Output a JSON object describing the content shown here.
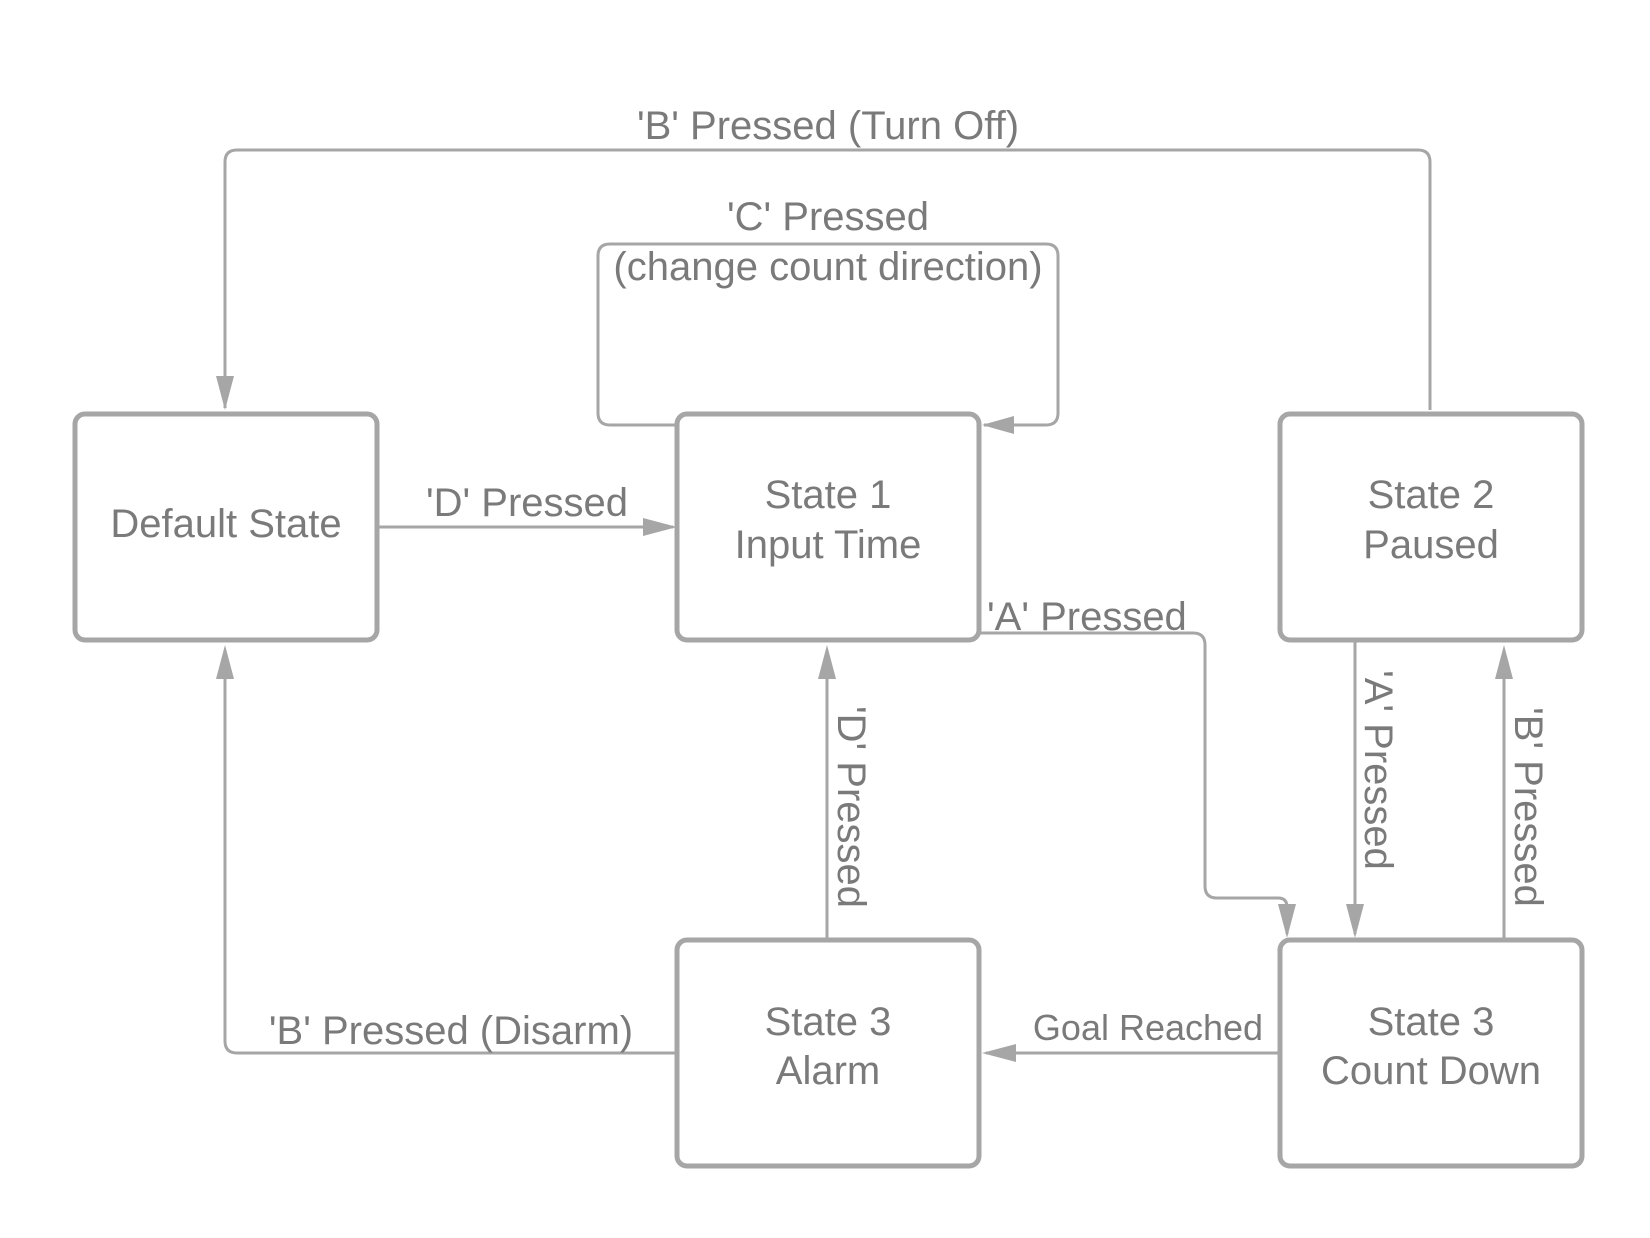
{
  "colors": {
    "stroke": "#a6a6a6",
    "text": "#7a7a7a",
    "background": "#ffffff"
  },
  "states": {
    "default": {
      "lines": [
        "Default State"
      ]
    },
    "input_time": {
      "lines": [
        "State 1",
        "Input Time"
      ]
    },
    "paused": {
      "lines": [
        "State 2",
        "Paused"
      ]
    },
    "alarm": {
      "lines": [
        "State 3",
        "Alarm"
      ]
    },
    "count_down": {
      "lines": [
        "State 3",
        "Count Down"
      ]
    }
  },
  "transitions": {
    "b_turn_off": "'B' Pressed (Turn Off)",
    "c_pressed": "'C' Pressed",
    "c_pressed_note": "(change count direction)",
    "d_to_input": "'D' Pressed",
    "a_to_count": "'A' Pressed",
    "d_from_alarm": "'D' Pressed",
    "a_paused_to_count": "'A' Pressed",
    "b_count_to_paused": "'B' Pressed",
    "goal_reached": "Goal Reached",
    "b_disarm": "'B' Pressed (Disarm)"
  }
}
